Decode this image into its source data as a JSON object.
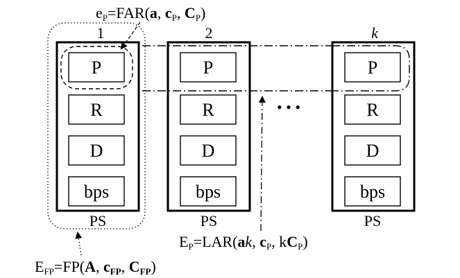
{
  "formulas": {
    "top": {
      "pre": "e",
      "pre_sub": "P",
      "mid": "=FAR(",
      "a": "a",
      "sep1": ", ",
      "c": "c",
      "c_sub": "P",
      "sep2": ", ",
      "C": "C",
      "C_sub": "P",
      "close": ")"
    },
    "bottom_mid": {
      "pre": "E",
      "pre_sub": "P",
      "mid": "=LAR(",
      "a": "a",
      "k": "k",
      "sep1": ", ",
      "c": "c",
      "c_sub": "P",
      "sep2": ", k",
      "C": "C",
      "C_sub": "P",
      "close": ")"
    },
    "bottom_left": {
      "pre": "E",
      "pre_sub": "FP",
      "mid": "=FP(",
      "A": "A",
      "sep1": ", ",
      "c": "c",
      "c_sub": "FP",
      "sep2": ", ",
      "C": "C",
      "C_sub": "FP",
      "close": ")"
    }
  },
  "columns": [
    {
      "number": "1",
      "italic": false,
      "blocks": [
        "P",
        "R",
        "D",
        "bps"
      ],
      "footer": "PS"
    },
    {
      "number": "2",
      "italic": false,
      "blocks": [
        "P",
        "R",
        "D",
        "bps"
      ],
      "footer": "PS"
    },
    {
      "number": "k",
      "italic": true,
      "blocks": [
        "P",
        "R",
        "D",
        "bps"
      ],
      "footer": "PS"
    }
  ],
  "ellipsis": "• • •"
}
